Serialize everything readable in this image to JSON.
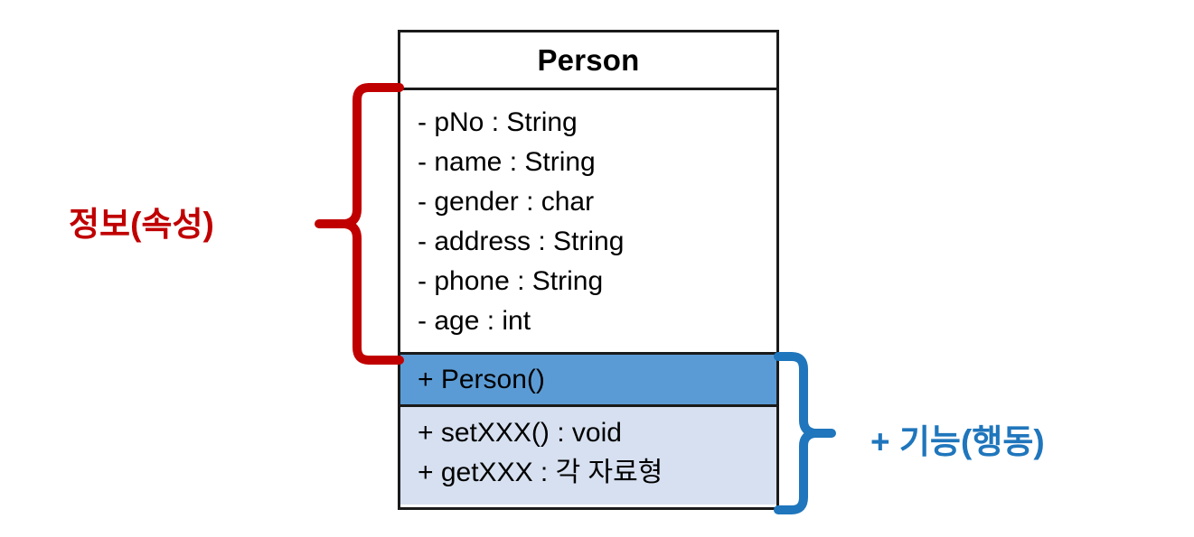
{
  "diagram": {
    "type": "uml-class-diagram",
    "class_box": {
      "name": "Person",
      "attributes": [
        "- pNo : String",
        "- name : String",
        "- gender : char",
        "- address : String",
        "- phone : String",
        "- age : int"
      ],
      "constructors": [
        "+ Person()"
      ],
      "methods": [
        "+ setXXX() : void",
        "+ getXXX : 각 자료형"
      ]
    },
    "annotations": {
      "attributes_label": "정보(속성)",
      "methods_label": "+ 기능(행동)"
    },
    "colors": {
      "attributes_label": "#C00000",
      "methods_label": "#1F76BC",
      "constructor_fill": "#5B9BD5",
      "methods_fill": "#D6E0F0",
      "border": "#1A1A1A",
      "background": "#FFFFFF"
    }
  }
}
